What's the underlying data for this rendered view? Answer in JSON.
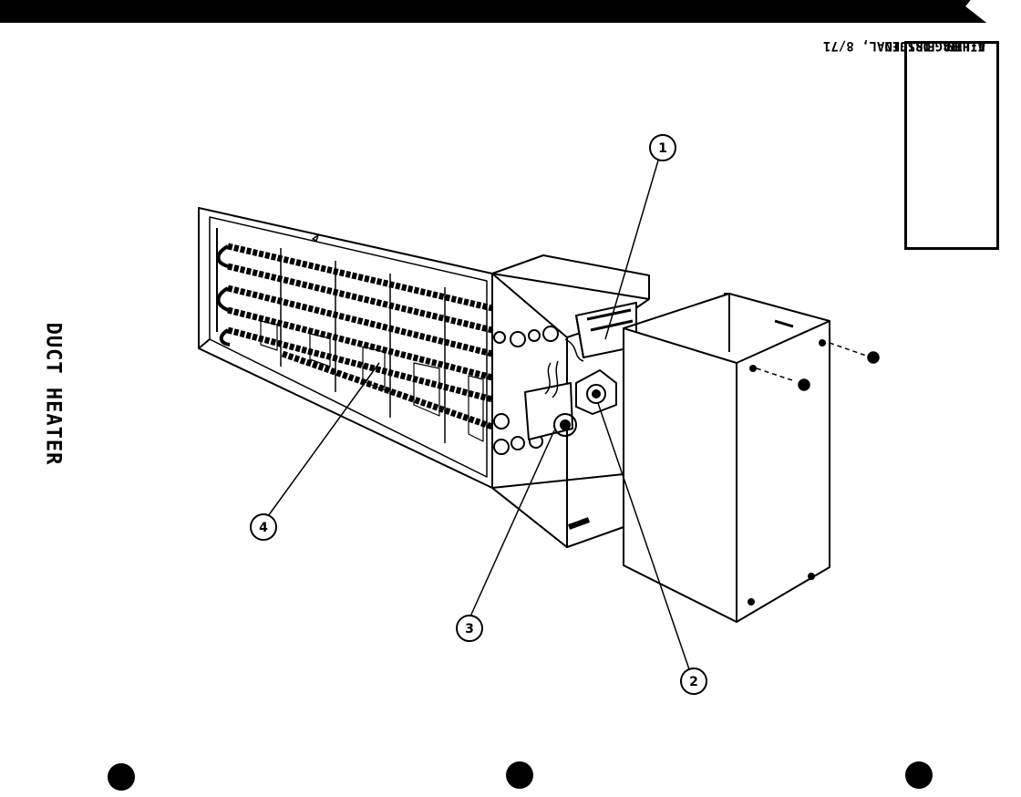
{
  "title": "DUCT HEATER",
  "info": {
    "file_label": "FILE",
    "file_value": "4-HTR",
    "page_label": "PAGE",
    "page_value": "12",
    "issued_label": "ISSUED",
    "issued_value": "ORIGINAL, 8/71"
  },
  "callouts": [
    "1",
    "2",
    "3",
    "4"
  ]
}
